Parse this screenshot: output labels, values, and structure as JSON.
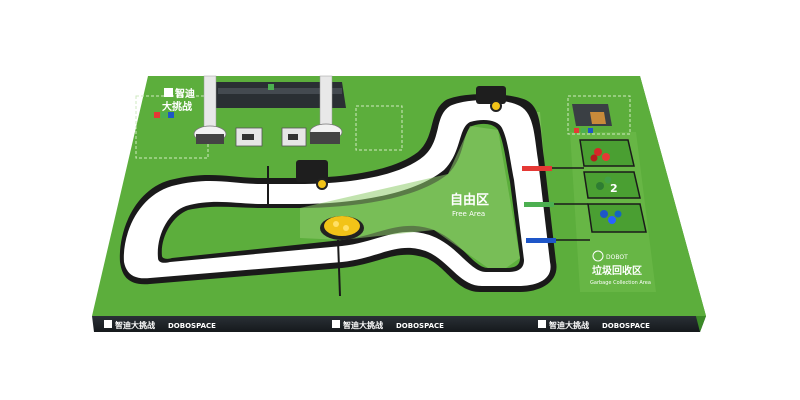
{
  "brand": {
    "logo_cn": "智迪",
    "logo_cn2": "大挑战",
    "front_strip": [
      {
        "cn": "智迪大挑战",
        "en": "DOBOSPACE"
      },
      {
        "cn": "智迪大挑战",
        "en": "DOBOSPACE"
      },
      {
        "cn": "智迪大挑战",
        "en": "DOBOSPACE"
      }
    ]
  },
  "areas": {
    "free_area_cn": "自由区",
    "free_area_en": "Free Area",
    "garbage_cn": "垃圾回收区",
    "garbage_en": "Garbage Collection Area",
    "garbage_badge": "DOBOT",
    "bin_number": "2"
  },
  "colors": {
    "mat_green": "#5cae3c",
    "mat_dark_green": "#3f8f2a",
    "light_zone": "#8fcc6e",
    "track_white": "#ffffff",
    "track_black": "#1a1a1a",
    "strip_dark": "#1f2428",
    "stripe_red": "#e53935",
    "stripe_green": "#4caf50",
    "stripe_blue": "#1e56c8"
  }
}
